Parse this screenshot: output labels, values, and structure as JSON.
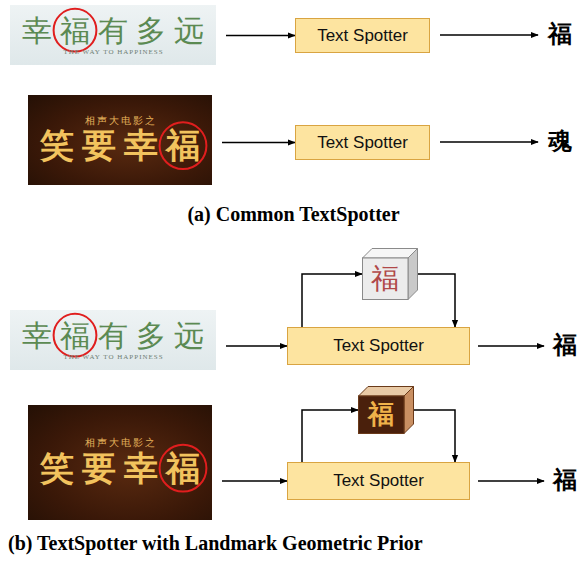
{
  "diagram": {
    "nodes": [
      {
        "text": [
          "幸福有多远",
          "THE WAY TO HAPPINESS"
        ]
      },
      {
        "text": [
          "Text Spotter"
        ]
      },
      {
        "text": [
          "相声大电影之",
          "笑要幸福"
        ]
      },
      {
        "text": [
          "Text Spotter"
        ]
      },
      {
        "text": [
          "福"
        ]
      },
      {
        "text": [
          "幸福有多远",
          "THE WAY TO HAPPINESS"
        ]
      },
      {
        "text": [
          "Text Spotter"
        ]
      },
      {
        "text": [
          "福"
        ]
      },
      {
        "text": [
          "相声大电影之",
          "笑要幸福"
        ]
      },
      {
        "text": [
          "Text Spotter"
        ]
      }
    ],
    "edges": [
      {
        "from": 0,
        "to": 1,
        "arrow": "to"
      },
      {
        "from": 2,
        "to": 3,
        "arrow": "to"
      },
      {
        "from": 6,
        "to": 4,
        "arrow": "to"
      },
      {
        "from": 4,
        "to": 6,
        "arrow": "to"
      },
      {
        "from": 5,
        "to": 6,
        "arrow": "to"
      },
      {
        "from": 9,
        "to": 7,
        "arrow": "to"
      },
      {
        "from": 7,
        "to": 9,
        "arrow": "to"
      },
      {
        "from": 8,
        "to": 9,
        "arrow": "to"
      }
    ],
    "labels": [
      "福",
      "魂",
      "(a) Common TextSpotter",
      "福",
      "福",
      "(b) TextSpotter with Landmark Geometric Prior"
    ]
  }
}
